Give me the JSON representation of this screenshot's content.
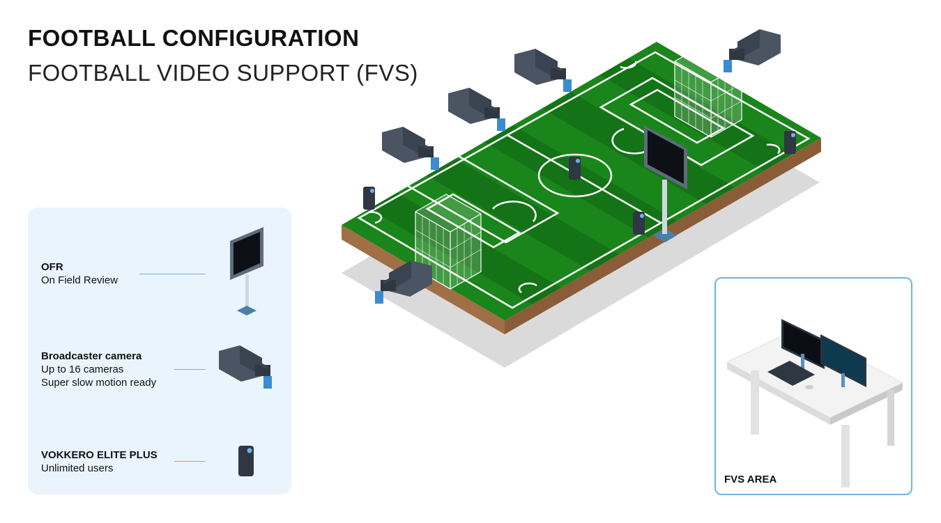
{
  "header": {
    "title": "FOOTBALL CONFIGURATION",
    "subtitle": "FOOTBALL VIDEO SUPPORT (FVS)"
  },
  "legend": {
    "ofr": {
      "name": "OFR",
      "desc": "On Field Review"
    },
    "broadcaster": {
      "name": "Broadcaster camera",
      "line1": "Up to 16 cameras",
      "line2": "Super slow motion ready"
    },
    "vokkero": {
      "name": "VOKKERO ELITE PLUS",
      "desc": "Unlimited users"
    }
  },
  "fvs_area": {
    "label": "FVS AREA"
  },
  "colors": {
    "grass_light": "#1d8a1d",
    "grass_dark": "#126e14",
    "soil": "#9b6b42",
    "shadow": "#d9d9d9",
    "legend_bg": "#eaf4fd",
    "accent_blue": "#6cb4ea",
    "device_dark": "#3d4756"
  },
  "icons": [
    "monitor-icon",
    "broadcast-camera-icon",
    "vokkero-device-icon",
    "goal-net-icon",
    "desk-workstation-icon"
  ]
}
